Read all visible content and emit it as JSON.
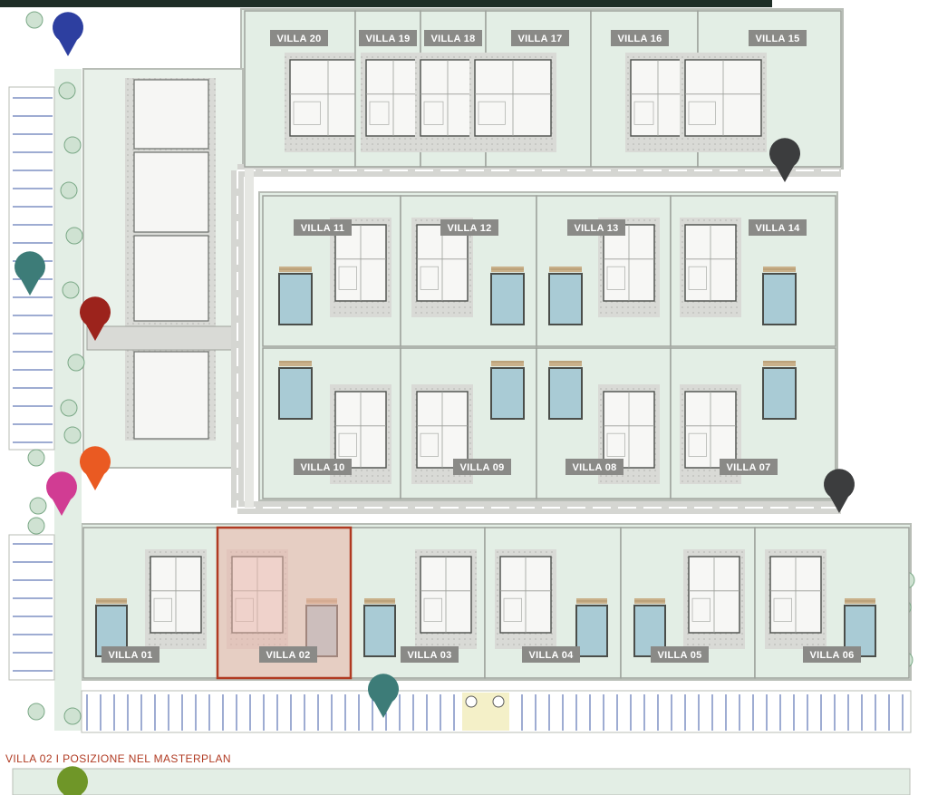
{
  "caption": "VILLA 02 I POSIZIONE NEL MASTERPLAN",
  "highlighted_villa": "VILLA 02",
  "colors": {
    "lawn": "#e3eee5",
    "path": "#d5d6d2",
    "wall": "#9ea29c",
    "pool": "#a9cbd5",
    "label_bg": "#8a8a87",
    "highlight_fill": "#e9b5a7",
    "highlight_stroke": "#b03a22",
    "caption": "#b03a22",
    "pin_blue": "#2d3fa0",
    "pin_teal": "#3d7c78",
    "pin_red": "#9c231c",
    "pin_orange": "#ea5a22",
    "pin_magenta": "#d13c93",
    "pin_dark": "#3c3d3e",
    "pin_olive": "#6f9628"
  },
  "villas": [
    {
      "label": "VILLA 20"
    },
    {
      "label": "VILLA 19"
    },
    {
      "label": "VILLA 18"
    },
    {
      "label": "VILLA 17"
    },
    {
      "label": "VILLA 16"
    },
    {
      "label": "VILLA 15"
    },
    {
      "label": "VILLA 11"
    },
    {
      "label": "VILLA 12"
    },
    {
      "label": "VILLA 13"
    },
    {
      "label": "VILLA 14"
    },
    {
      "label": "VILLA 10"
    },
    {
      "label": "VILLA 09"
    },
    {
      "label": "VILLA 08"
    },
    {
      "label": "VILLA 07"
    },
    {
      "label": "VILLA 01"
    },
    {
      "label": "VILLA 02"
    },
    {
      "label": "VILLA 03"
    },
    {
      "label": "VILLA 04"
    },
    {
      "label": "VILLA 05"
    },
    {
      "label": "VILLA 06"
    }
  ],
  "pins": [
    {
      "icon": "map-pin-icon",
      "color": "blue"
    },
    {
      "icon": "map-pin-icon",
      "color": "teal"
    },
    {
      "icon": "map-pin-icon",
      "color": "red"
    },
    {
      "icon": "map-pin-icon",
      "color": "orange"
    },
    {
      "icon": "map-pin-icon",
      "color": "magenta"
    },
    {
      "icon": "map-pin-icon",
      "color": "dark"
    },
    {
      "icon": "map-pin-icon",
      "color": "dark"
    },
    {
      "icon": "map-pin-icon",
      "color": "teal"
    },
    {
      "icon": "map-pin-icon",
      "color": "olive"
    }
  ]
}
